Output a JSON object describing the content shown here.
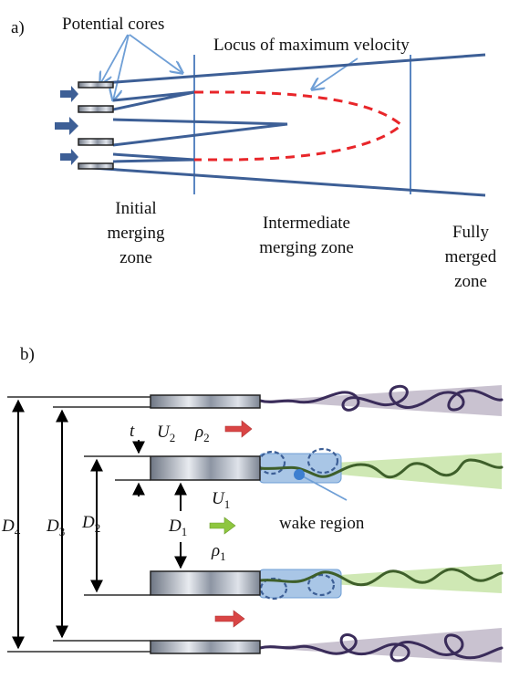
{
  "panel_a": {
    "label": "a)",
    "potential_cores": "Potential cores",
    "locus": "Locus of maximum velocity",
    "zone_initial": [
      "Initial",
      "merging",
      "zone"
    ],
    "zone_intermediate": [
      "Intermediate",
      "merging zone"
    ],
    "zone_fully": [
      "Fully",
      "merged",
      "zone"
    ]
  },
  "panel_b": {
    "label": "b)",
    "t": "t",
    "U2": "U",
    "U2_sub": "2",
    "rho2": "ρ",
    "rho2_sub": "2",
    "U1": "U",
    "U1_sub": "1",
    "rho1": "ρ",
    "rho1_sub": "1",
    "D1": "D",
    "D1_sub": "1",
    "D2": "D",
    "D2_sub": "2",
    "D3": "D",
    "D3_sub": "3",
    "D4": "D",
    "D4_sub": "4",
    "wake": "wake region"
  },
  "colors": {
    "blue_line": "#3d5f96",
    "red_dash": "#e8262a",
    "callout": "#6f9fd6",
    "green_arrow": "#8ec63f",
    "red_arrow": "#d94545",
    "gray_zone": "#c9c2d0",
    "green_zone": "#cfe8b4",
    "wake_box": "#a9c6e6",
    "purple_wave": "#3a2c5a",
    "green_wave": "#3e5f2a"
  }
}
